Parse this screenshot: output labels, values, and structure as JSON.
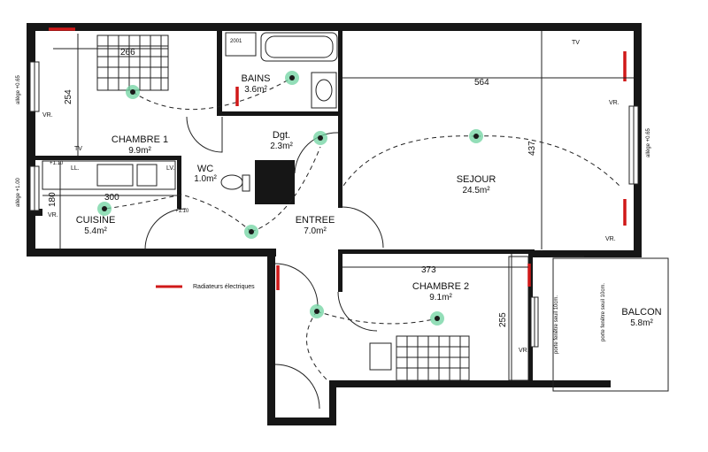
{
  "rooms": {
    "chambre1": {
      "name": "CHAMBRE 1",
      "area": "9.9m²"
    },
    "bains": {
      "name": "BAINS",
      "area": "3.6m²"
    },
    "dgt": {
      "name": "Dgt.",
      "area": "2.3m²"
    },
    "sejour": {
      "name": "SEJOUR",
      "area": "24.5m²"
    },
    "wc": {
      "name": "WC",
      "area": "1.0m²"
    },
    "cuisine": {
      "name": "CUISINE",
      "area": "5.4m²"
    },
    "entree": {
      "name": "ENTREE",
      "area": "7.0m²"
    },
    "chambre2": {
      "name": "CHAMBRE 2",
      "area": "9.1m²"
    },
    "balcon": {
      "name": "BALCON",
      "area": "5.8m²"
    }
  },
  "dimensions": {
    "c1_width": "266",
    "c1_height": "254",
    "sejour_width": "564",
    "sejour_height": "437",
    "cuisine_width": "300",
    "cuisine_height": "180",
    "c2_width": "373",
    "c2_height": "255"
  },
  "labels": {
    "allege_left_top": "allège +0.65",
    "allege_left_bottom": "allège +1.00",
    "allege_right": "allège +0.65",
    "vr": "VR.",
    "tv": "TV",
    "ll": "LL.",
    "lv": "LV.",
    "h110": "+1.10",
    "door_c2": "porte fenêtre seuil 10cm.",
    "door_balcon": "porte fenêtre seuil 10cm.",
    "washer": "2001"
  },
  "legend": {
    "label": "Radiateurs électriques",
    "color": "#d01818"
  }
}
